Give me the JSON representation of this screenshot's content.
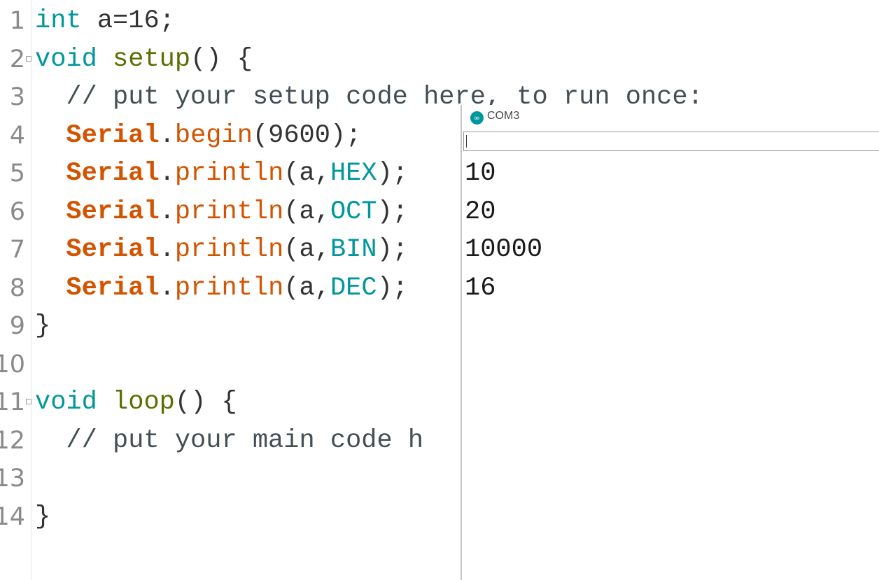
{
  "editor": {
    "lines": [
      {
        "num": "1",
        "tokens": [
          {
            "t": "int",
            "c": "kw"
          },
          {
            "t": " a=16;",
            "c": "plain"
          }
        ]
      },
      {
        "num": "2",
        "fold": true,
        "tokens": [
          {
            "t": "void",
            "c": "kw"
          },
          {
            "t": " ",
            "c": "plain"
          },
          {
            "t": "setup",
            "c": "fn"
          },
          {
            "t": "() {",
            "c": "plain"
          }
        ]
      },
      {
        "num": "3",
        "tokens": [
          {
            "t": "  // put your setup code here, to run once:",
            "c": "comment"
          }
        ]
      },
      {
        "num": "4",
        "tokens": [
          {
            "t": "  ",
            "c": "plain"
          },
          {
            "t": "Serial",
            "c": "cls"
          },
          {
            "t": ".",
            "c": "plain"
          },
          {
            "t": "begin",
            "c": "meth"
          },
          {
            "t": "(9600);",
            "c": "plain"
          }
        ]
      },
      {
        "num": "5",
        "tokens": [
          {
            "t": "  ",
            "c": "plain"
          },
          {
            "t": "Serial",
            "c": "cls"
          },
          {
            "t": ".",
            "c": "plain"
          },
          {
            "t": "println",
            "c": "meth"
          },
          {
            "t": "(a,",
            "c": "plain"
          },
          {
            "t": "HEX",
            "c": "const"
          },
          {
            "t": ");",
            "c": "plain"
          }
        ]
      },
      {
        "num": "6",
        "tokens": [
          {
            "t": "  ",
            "c": "plain"
          },
          {
            "t": "Serial",
            "c": "cls"
          },
          {
            "t": ".",
            "c": "plain"
          },
          {
            "t": "println",
            "c": "meth"
          },
          {
            "t": "(a,",
            "c": "plain"
          },
          {
            "t": "OCT",
            "c": "const"
          },
          {
            "t": ");",
            "c": "plain"
          }
        ]
      },
      {
        "num": "7",
        "tokens": [
          {
            "t": "  ",
            "c": "plain"
          },
          {
            "t": "Serial",
            "c": "cls"
          },
          {
            "t": ".",
            "c": "plain"
          },
          {
            "t": "println",
            "c": "meth"
          },
          {
            "t": "(a,",
            "c": "plain"
          },
          {
            "t": "BIN",
            "c": "const"
          },
          {
            "t": ");",
            "c": "plain"
          }
        ]
      },
      {
        "num": "8",
        "tokens": [
          {
            "t": "  ",
            "c": "plain"
          },
          {
            "t": "Serial",
            "c": "cls"
          },
          {
            "t": ".",
            "c": "plain"
          },
          {
            "t": "println",
            "c": "meth"
          },
          {
            "t": "(a,",
            "c": "plain"
          },
          {
            "t": "DEC",
            "c": "const"
          },
          {
            "t": ");",
            "c": "plain"
          }
        ]
      },
      {
        "num": "9",
        "tokens": [
          {
            "t": "}",
            "c": "plain"
          }
        ]
      },
      {
        "num": "10",
        "tokens": []
      },
      {
        "num": "11",
        "fold": true,
        "tokens": [
          {
            "t": "void",
            "c": "kw"
          },
          {
            "t": " ",
            "c": "plain"
          },
          {
            "t": "loop",
            "c": "fn"
          },
          {
            "t": "() {",
            "c": "plain"
          }
        ]
      },
      {
        "num": "12",
        "tokens": [
          {
            "t": "  // put your main code h",
            "c": "comment"
          }
        ]
      },
      {
        "num": "13",
        "tokens": []
      },
      {
        "num": "14",
        "tokens": [
          {
            "t": "}",
            "c": "plain"
          }
        ]
      }
    ]
  },
  "serial_monitor": {
    "title": "COM3",
    "logo": "∞",
    "output": [
      "10",
      "20",
      "10000",
      "16"
    ]
  },
  "colors": {
    "keyword": "#00979c",
    "function": "#5e6d03",
    "serial_class": "#d35400",
    "comment": "#434f54"
  }
}
